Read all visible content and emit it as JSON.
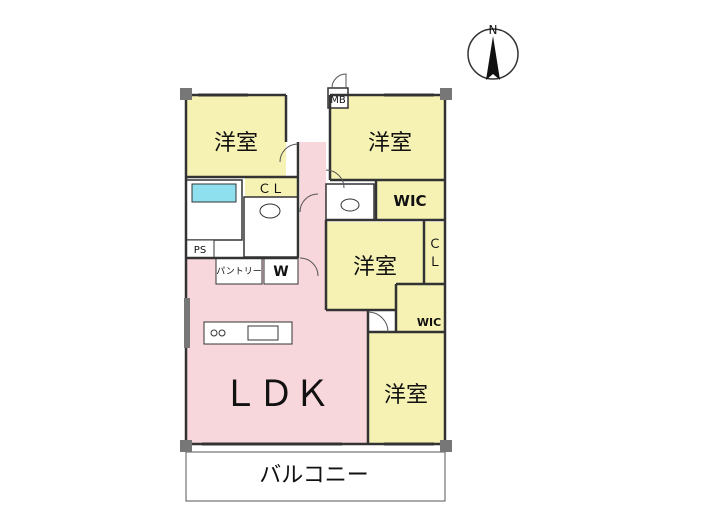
{
  "compass": {
    "label": "N"
  },
  "rooms": {
    "western_room_nw": "洋室",
    "western_room_ne": "洋室",
    "western_room_center": "洋室",
    "western_room_se": "洋室",
    "ldk": "ＬＤＫ",
    "balcony": "バルコニー"
  },
  "fixtures": {
    "mb": "MB",
    "cl_top": "ＣＬ",
    "cl_side": "Ｃ\nＬ",
    "wic_upper": "WIC",
    "wic_lower": "WIC",
    "ps": "PS",
    "pantry": "パントリー",
    "w": "W"
  },
  "colors": {
    "room_yellow": "#f6f2b4",
    "ldk_pink": "#f7d6dc",
    "corridor_pink": "#f7d6dc",
    "wall": "#333333",
    "bath_blue": "#8fe0ee"
  }
}
